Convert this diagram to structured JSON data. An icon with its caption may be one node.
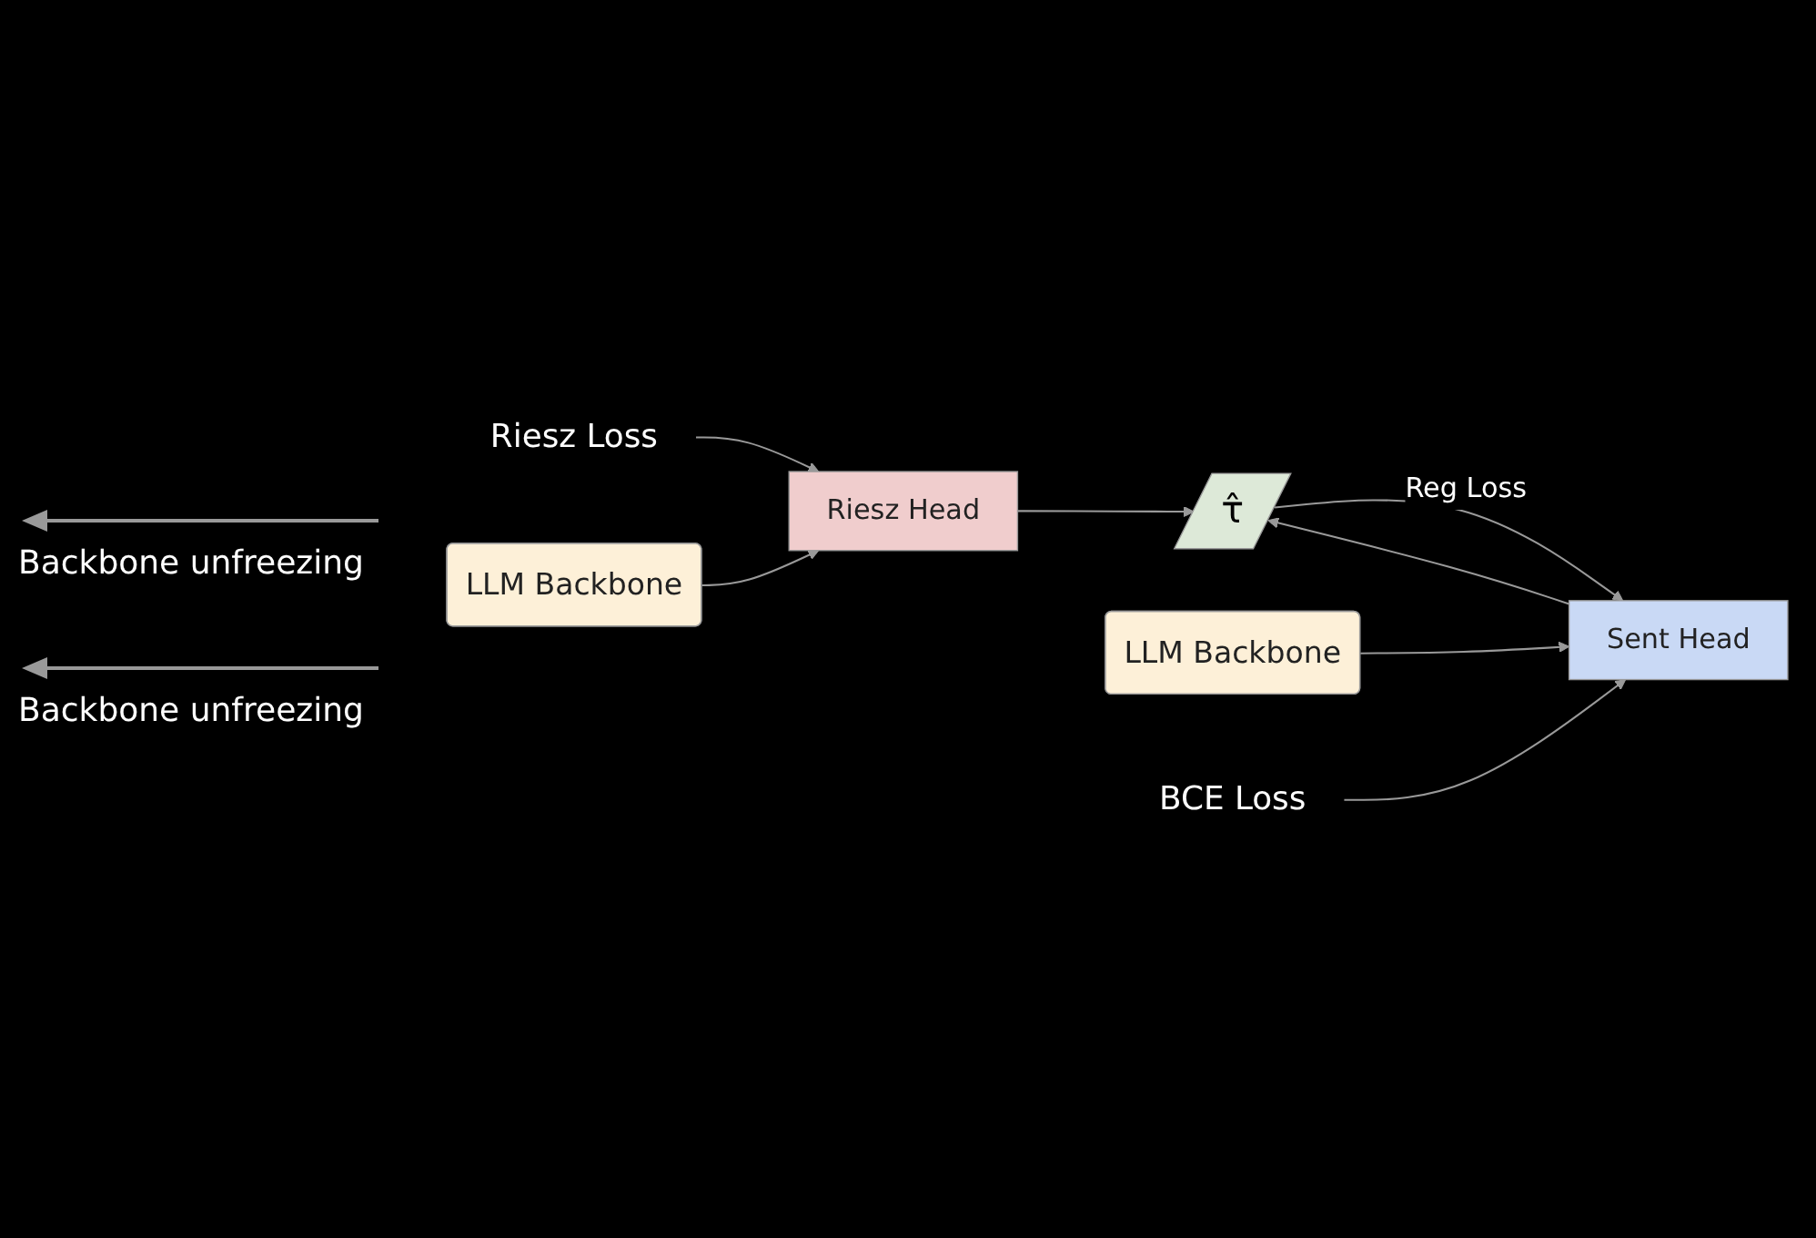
{
  "diagram": {
    "nodes": [
      {
        "text": [
          "Riesz Loss"
        ]
      },
      {
        "text": [
          "LLM Backbone"
        ]
      },
      {
        "text": [
          "Riesz Head"
        ]
      },
      {
        "text": [
          "τ̂"
        ]
      },
      {
        "text": [
          "LLM Backbone"
        ]
      },
      {
        "text": [
          "Sent Head"
        ]
      },
      {
        "text": [
          "BCE Loss"
        ]
      }
    ],
    "edges": [
      {
        "from": 0,
        "to": 2,
        "arrow": "to"
      },
      {
        "from": 1,
        "to": 2,
        "arrow": "to"
      },
      {
        "from": 2,
        "to": 3,
        "arrow": "to"
      },
      {
        "from": 4,
        "to": 5,
        "arrow": "to"
      },
      {
        "from": 5,
        "to": 3,
        "arrow": "to"
      },
      {
        "from": 3,
        "to": 5,
        "arrow": "to",
        "label": "Reg Loss"
      },
      {
        "from": 6,
        "to": 5,
        "arrow": "to"
      }
    ],
    "labels": [
      "Backbone unfreezing",
      "Backbone unfreezing"
    ]
  }
}
